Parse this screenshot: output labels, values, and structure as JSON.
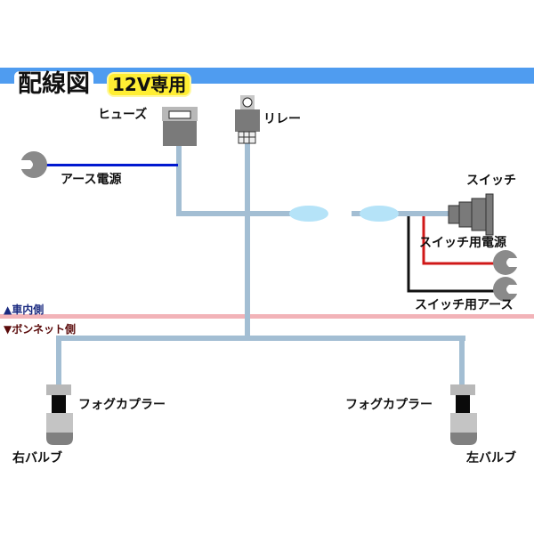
{
  "header": {
    "title": "配線図",
    "badge": "12V専用",
    "bar_color": "#4f9cf0",
    "badge_color": "#ffee33"
  },
  "components": {
    "fuse": "ヒューズ",
    "relay": "リレー",
    "ground_power": "アース電源",
    "switch": "スイッチ",
    "switch_power": "スイッチ用電源",
    "switch_ground": "スイッチ用アース",
    "fog_coupler_right": "フォグカプラー",
    "fog_coupler_left": "フォグカプラー",
    "bulb_right": "右バルブ",
    "bulb_left": "左バルブ"
  },
  "zones": {
    "interior": "▲車内側",
    "bonnet": "▼ボンネット側",
    "divider_color": "#f2b3b8"
  },
  "wire_colors": {
    "harness": "#a3bed3",
    "ground": "#0018d0",
    "power": "#d01818",
    "earth": "#111111",
    "connector": "#b5e3f8"
  }
}
